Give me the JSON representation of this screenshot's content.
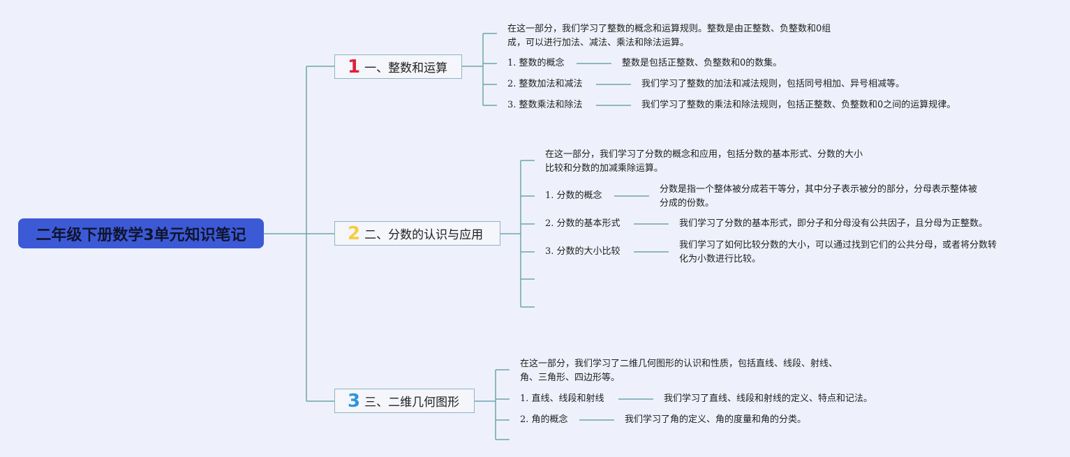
{
  "root": {
    "title": "二年级下册数学3单元知识笔记"
  },
  "colors": {
    "root_bg": "#3d5ad6",
    "line": "#6fa4ad",
    "num1": "#e0203a",
    "num2": "#f5cd3e",
    "num3": "#2f93dd"
  },
  "sections": [
    {
      "number": "1",
      "title": "一、整数和运算",
      "intro_line1": "在这一部分，我们学习了整数的概念和运算规则。整数是由正整数、负整数和0组",
      "intro_line2": "成，可以进行加法、减法、乘法和除法运算。",
      "items": [
        {
          "label": "1. 整数的概念",
          "desc_line1": "整数是包括正整数、负整数和0的数集。"
        },
        {
          "label": "2. 整数加法和减法",
          "desc_line1": "我们学习了整数的加法和减法规则，包括同号相加、异号相减等。"
        },
        {
          "label": "3. 整数乘法和除法",
          "desc_line1": "我们学习了整数的乘法和除法规则，包括正整数、负整数和0之间的运算规律。"
        }
      ]
    },
    {
      "number": "2",
      "title": "二、分数的认识与应用",
      "intro_line1": "在这一部分，我们学习了分数的概念和应用，包括分数的基本形式、分数的大小",
      "intro_line2": "比较和分数的加减乘除运算。",
      "items": [
        {
          "label": "1. 分数的概念",
          "desc_line1": "分数是指一个整体被分成若干等分，其中分子表示被分的部分，分母表示整体被",
          "desc_line2": "分成的份数。"
        },
        {
          "label": "2. 分数的基本形式",
          "desc_line1": "我们学习了分数的基本形式，即分子和分母没有公共因子，且分母为正整数。"
        },
        {
          "label": "3. 分数的大小比较",
          "desc_line1": "我们学习了如何比较分数的大小，可以通过找到它们的公共分母，或者将分数转",
          "desc_line2": "化为小数进行比较。"
        }
      ]
    },
    {
      "number": "3",
      "title": "三、二维几何图形",
      "intro_line1": "在这一部分，我们学习了二维几何图形的认识和性质，包括直线、线段、射线、",
      "intro_line2": "角、三角形、四边形等。",
      "items": [
        {
          "label": "1. 直线、线段和射线",
          "desc_line1": "我们学习了直线、线段和射线的定义、特点和记法。"
        },
        {
          "label": "2. 角的概念",
          "desc_line1": "我们学习了角的定义、角的度量和角的分类。"
        }
      ]
    }
  ]
}
